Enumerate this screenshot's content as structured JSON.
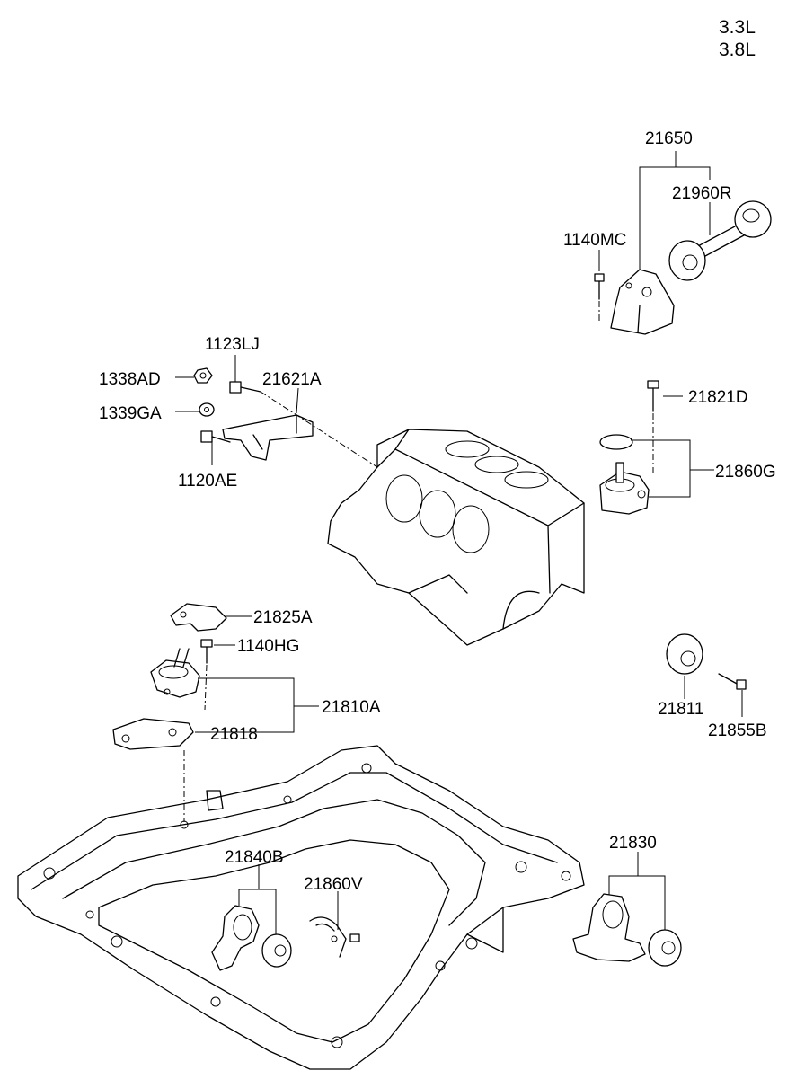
{
  "engine_variants": [
    "3.3L",
    "3.8L"
  ],
  "part_labels": {
    "p21650": "21650",
    "p21960R": "21960R",
    "p1140MC": "1140MC",
    "p1123LJ": "1123LJ",
    "p1338AD": "1338AD",
    "p21621A": "21621A",
    "p1339GA": "1339GA",
    "p1120AE": "1120AE",
    "p21821D": "21821D",
    "p21860G": "21860G",
    "p21825A": "21825A",
    "p1140HG": "1140HG",
    "p21810A": "21810A",
    "p21818": "21818",
    "p21811": "21811",
    "p21855B": "21855B",
    "p21840B": "21840B",
    "p21860V": "21860V",
    "p21830": "21830"
  }
}
